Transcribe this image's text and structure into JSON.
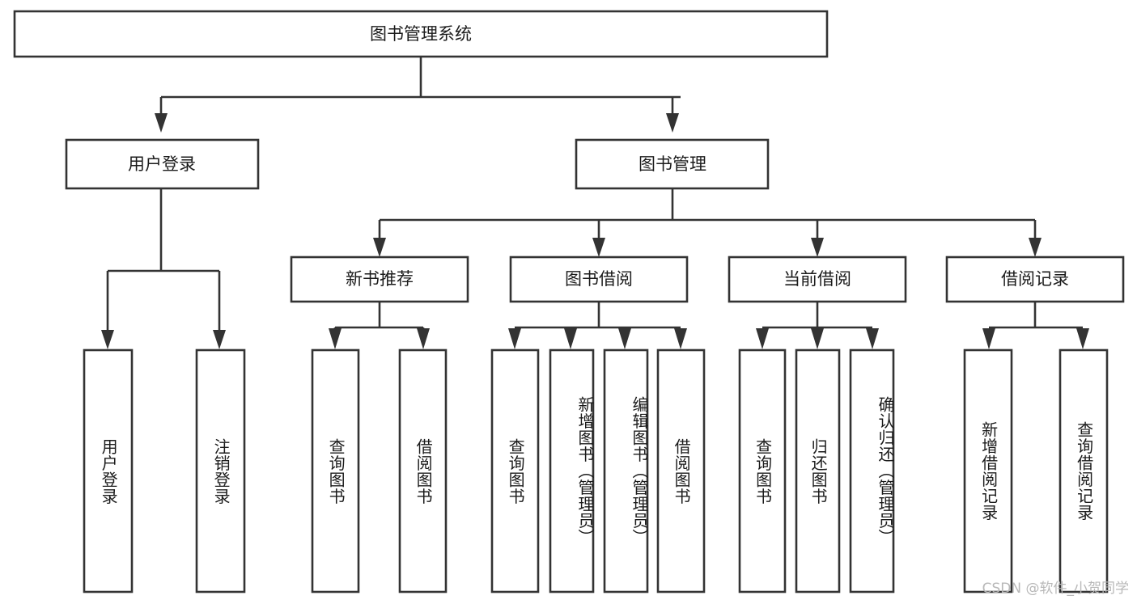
{
  "diagram": {
    "title": "图书管理系统",
    "type": "tree",
    "orientation": "top-down",
    "colors": {
      "background": "#ffffff",
      "node_fill": "#ffffff",
      "node_stroke": "#333333",
      "text": "#1b1b1b",
      "watermark": "#b8b8b8"
    },
    "root": {
      "id": "root",
      "label": "图书管理系统"
    },
    "level2": [
      {
        "id": "user-login",
        "label": "用户登录"
      },
      {
        "id": "book-manage",
        "label": "图书管理"
      }
    ],
    "level3": [
      {
        "id": "new-book-rec",
        "label": "新书推荐",
        "parent": "book-manage"
      },
      {
        "id": "book-borrow",
        "label": "图书借阅",
        "parent": "book-manage"
      },
      {
        "id": "current-borrow",
        "label": "当前借阅",
        "parent": "book-manage"
      },
      {
        "id": "borrow-record",
        "label": "借阅记录",
        "parent": "book-manage"
      }
    ],
    "leaves": [
      {
        "id": "leaf-user-login",
        "label": "用户登录",
        "parent": "user-login"
      },
      {
        "id": "leaf-logout",
        "label": "注销登录",
        "parent": "user-login"
      },
      {
        "id": "leaf-query-book-1",
        "label": "查询图书",
        "parent": "new-book-rec"
      },
      {
        "id": "leaf-borrow-book-1",
        "label": "借阅图书",
        "parent": "new-book-rec"
      },
      {
        "id": "leaf-query-book-2",
        "label": "查询图书",
        "parent": "book-borrow"
      },
      {
        "id": "leaf-add-book",
        "label": "新增图书（管理员）",
        "parent": "book-borrow"
      },
      {
        "id": "leaf-edit-book",
        "label": "编辑图书（管理员）",
        "parent": "book-borrow"
      },
      {
        "id": "leaf-borrow-book-2",
        "label": "借阅图书",
        "parent": "book-borrow"
      },
      {
        "id": "leaf-query-book-3",
        "label": "查询图书",
        "parent": "current-borrow"
      },
      {
        "id": "leaf-return-book",
        "label": "归还图书",
        "parent": "current-borrow"
      },
      {
        "id": "leaf-confirm-return",
        "label": "确认归还（管理员）",
        "parent": "current-borrow"
      },
      {
        "id": "leaf-add-record",
        "label": "新增借阅记录",
        "parent": "borrow-record"
      },
      {
        "id": "leaf-query-record",
        "label": "查询借阅记录",
        "parent": "borrow-record"
      }
    ],
    "watermark": "CSDN @软件_小贺同学"
  }
}
